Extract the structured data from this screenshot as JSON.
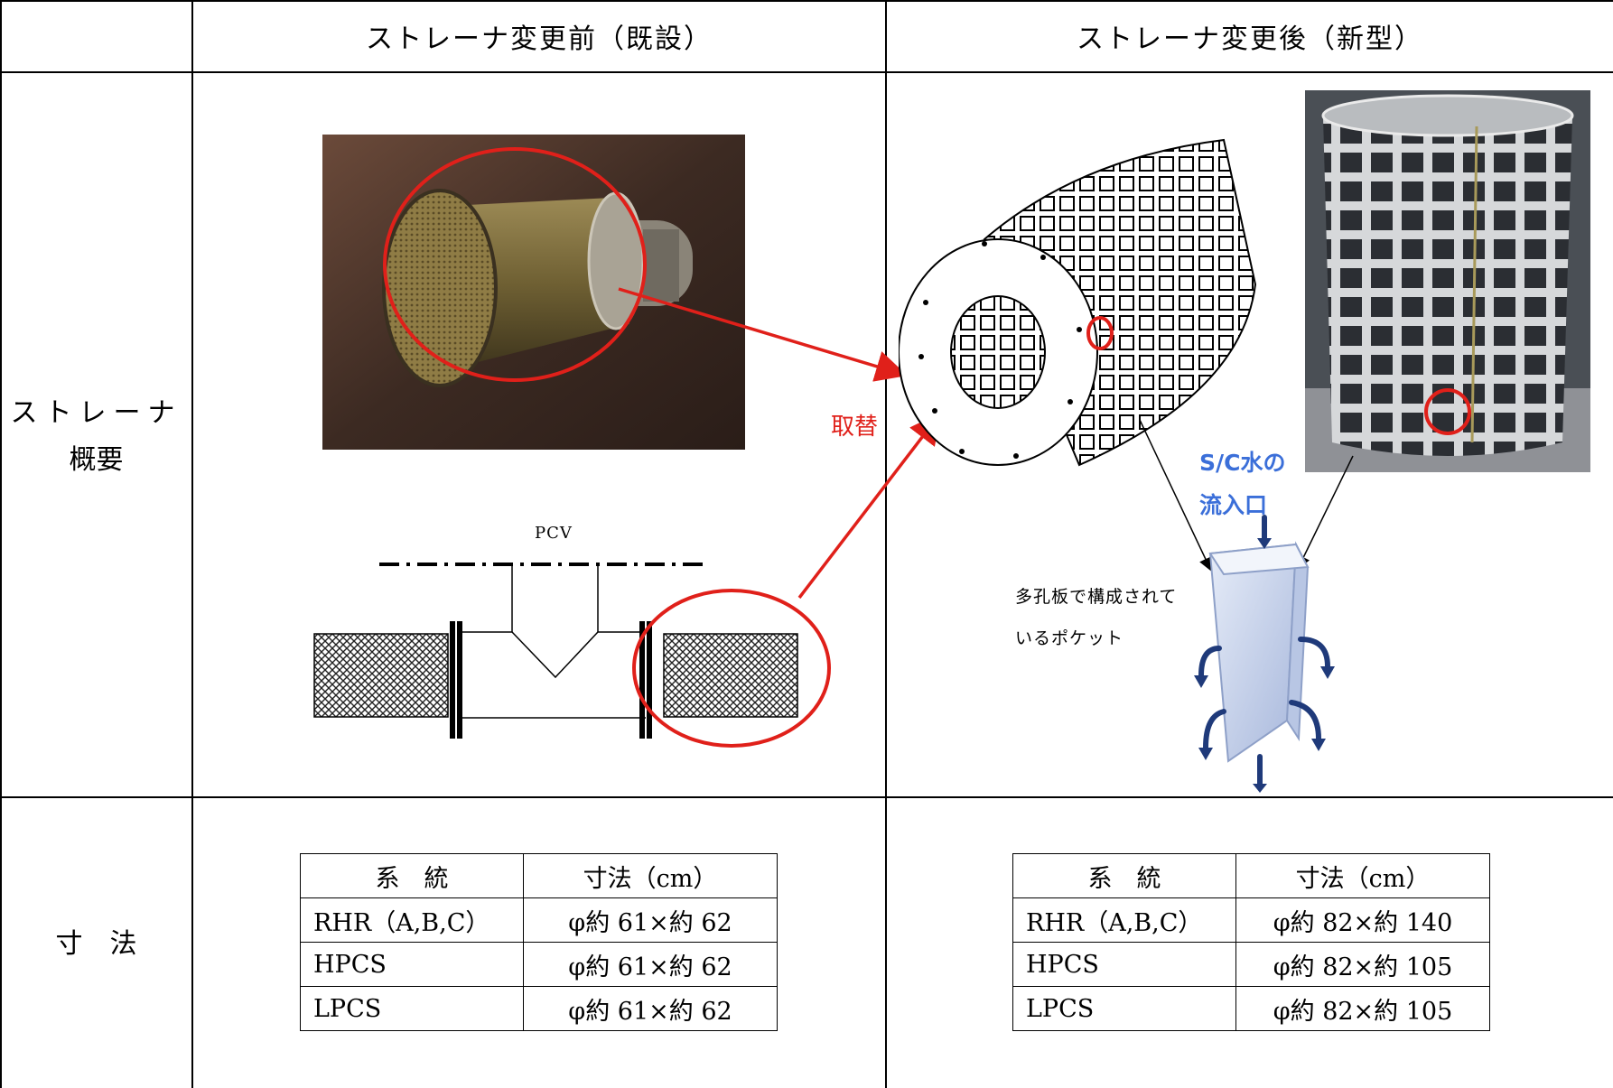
{
  "header": {
    "before": "ストレーナ変更前（既設）",
    "after": "ストレーナ変更後（新型）"
  },
  "rows": {
    "overview_label_line1": "ストレーナ",
    "overview_label_line2": "概要",
    "dimensions_label": "寸　法"
  },
  "diagram": {
    "pcv_label": "PCV",
    "replace_label": "取替",
    "inlet_line1": "S/C水の",
    "inlet_line2": "流入口",
    "pocket_line1": "多孔板で構成されて",
    "pocket_line2": "いるポケット"
  },
  "colors": {
    "accent_red": "#e0201a",
    "inlet_blue": "#3b6fd9",
    "arrow_navy": "#1f3a7a"
  },
  "before_table": {
    "headers": [
      "系　統",
      "寸法（cm）"
    ],
    "rows": [
      [
        "RHR（A,B,C）",
        "φ約 61×約 62"
      ],
      [
        "HPCS",
        "φ約 61×約 62"
      ],
      [
        "LPCS",
        "φ約 61×約 62"
      ]
    ]
  },
  "after_table": {
    "headers": [
      "系　統",
      "寸法（cm）"
    ],
    "rows": [
      [
        "RHR（A,B,C）",
        "φ約 82×約 140"
      ],
      [
        "HPCS",
        "φ約 82×約 105"
      ],
      [
        "LPCS",
        "φ約 82×約 105"
      ]
    ]
  }
}
